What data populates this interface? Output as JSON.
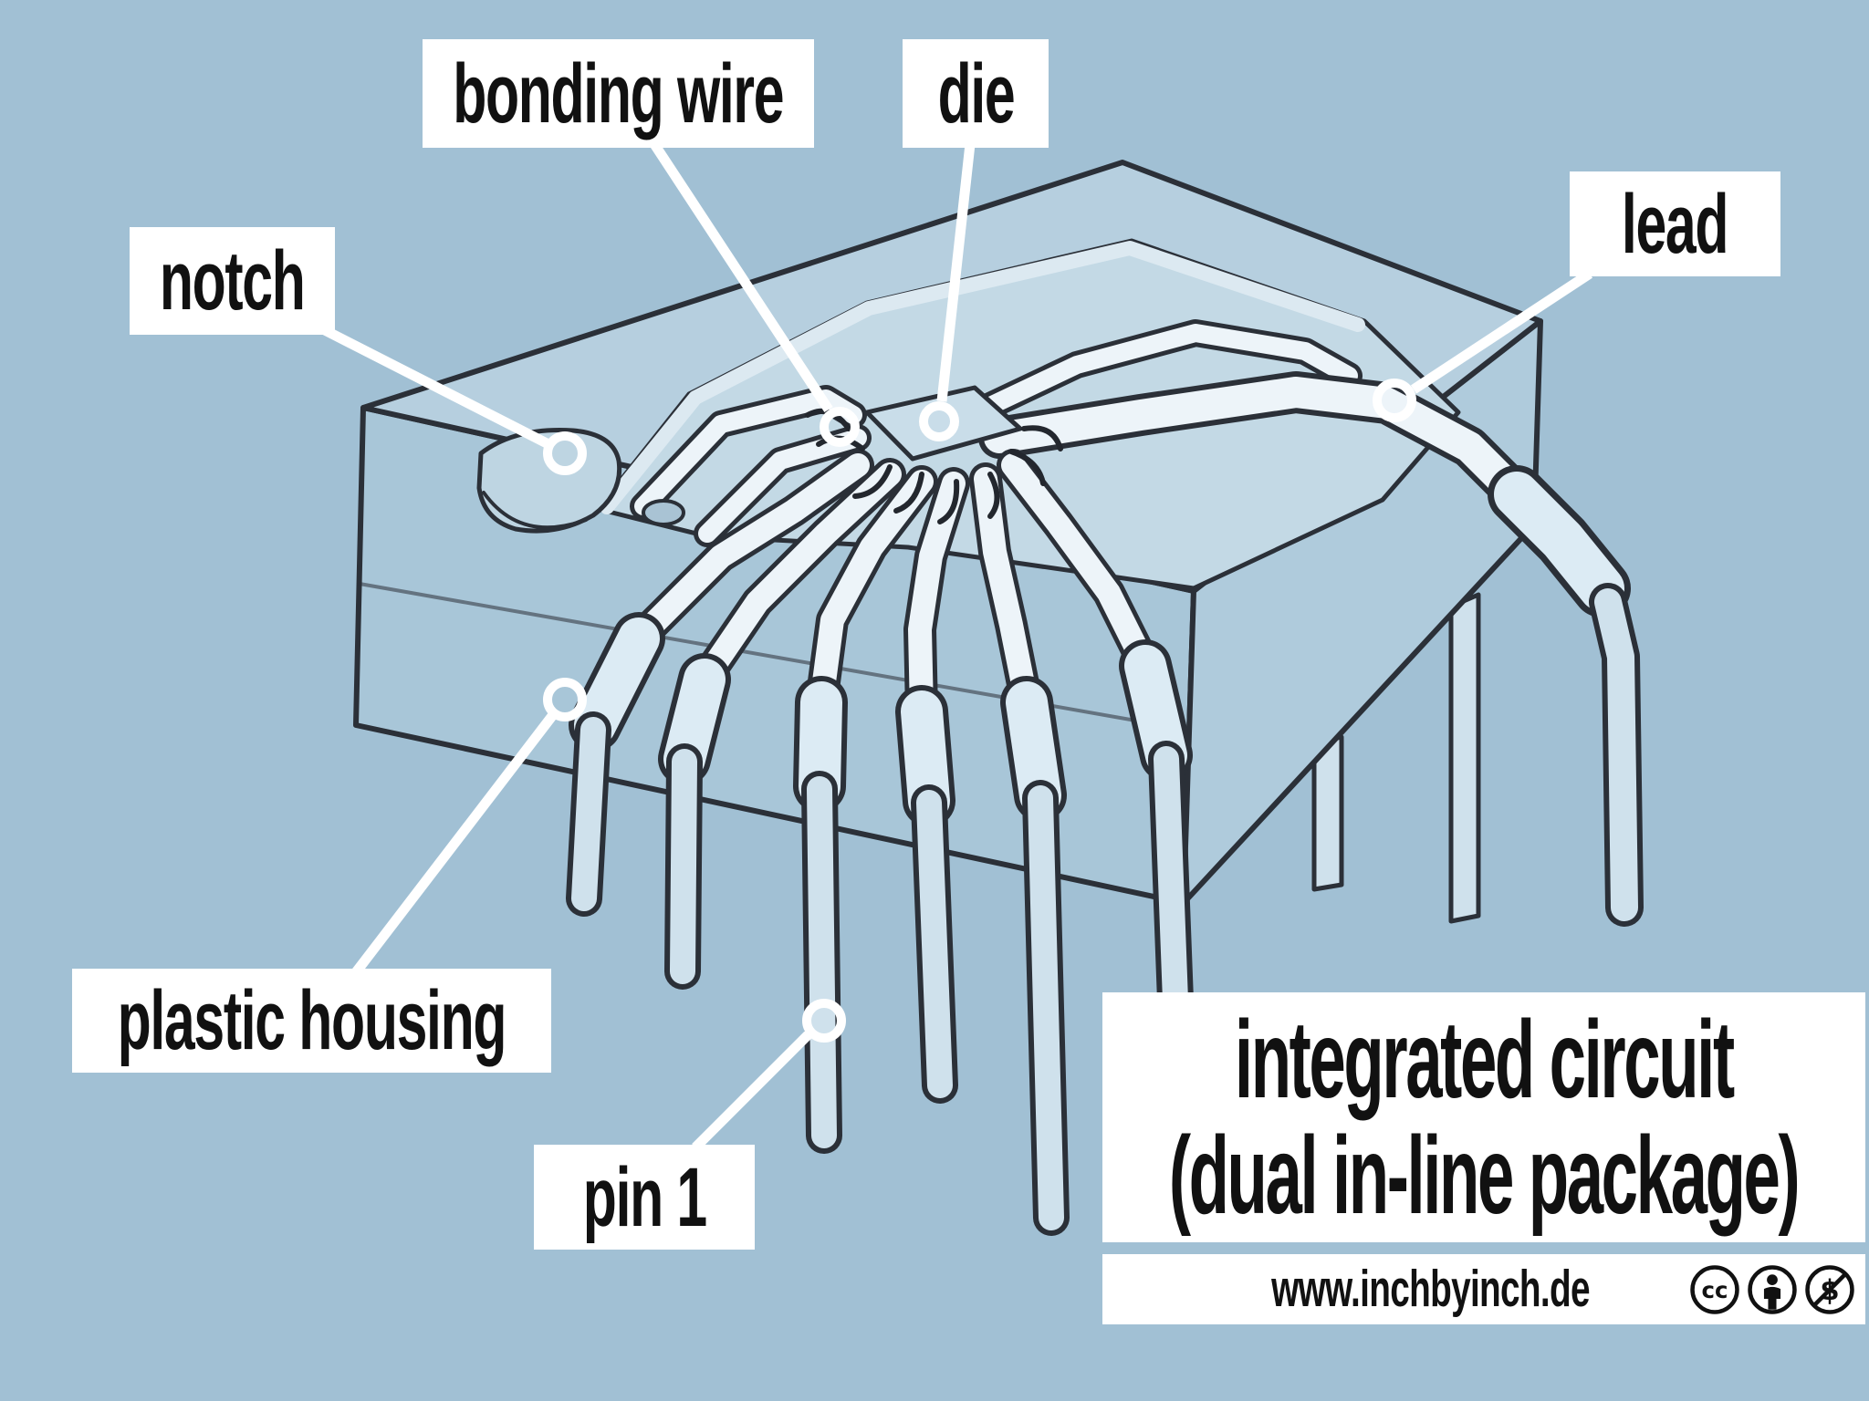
{
  "page": {
    "background": "#a1c0d4"
  },
  "labels": {
    "notch": "notch",
    "bonding_wire": "bonding wire",
    "die": "die",
    "lead": "lead",
    "plastic_housing": "plastic housing",
    "pin_1": "pin 1"
  },
  "title": {
    "line1": "integrated circuit",
    "line2": "(dual in-line package)"
  },
  "footer": {
    "url": "www.inchbyinch.de",
    "license_icons": [
      "cc-icon",
      "attribution-icon",
      "non-commercial-icon"
    ]
  },
  "colors": {
    "background": "#a1c0d4",
    "chip_top": "#b6cfdf",
    "chip_front": "#a8c6d8",
    "chip_right": "#afcbdc",
    "cavity_floor": "#c3d9e5",
    "lead_frame": "#edf4f9",
    "pin_fill": "#cfe1ec",
    "die_fill": "#c9dde9",
    "outline": "#2b3038",
    "label_background": "#ffffff",
    "label_text": "#111111",
    "pointer": "#ffffff"
  }
}
